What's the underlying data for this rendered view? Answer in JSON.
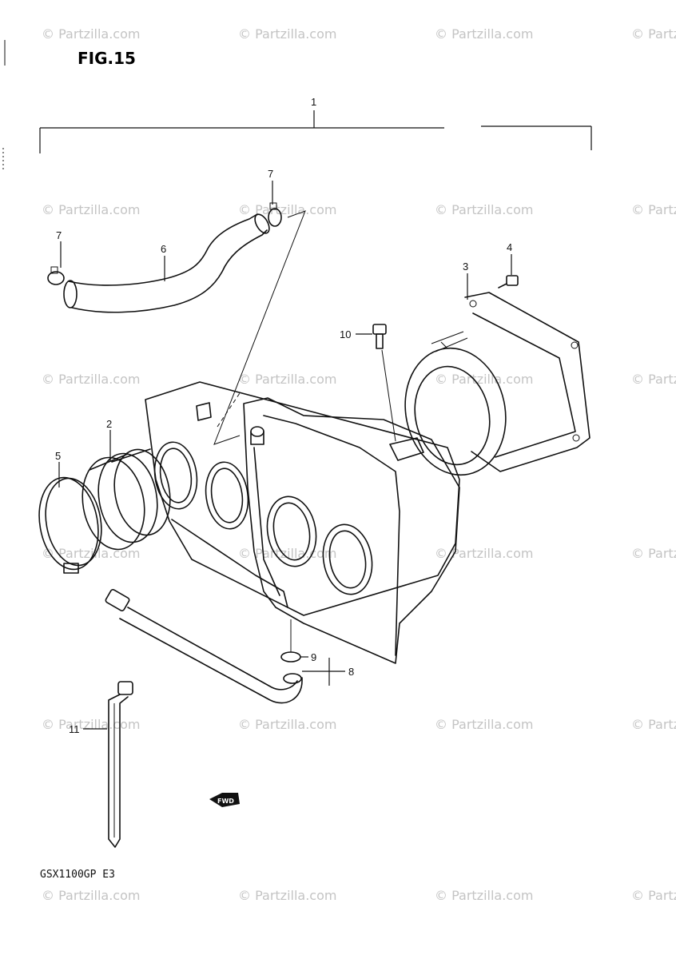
{
  "figure": {
    "title": "FIG.15",
    "model_code": "GSX1100GP E3",
    "fwd_label": "FWD"
  },
  "watermark": "© Partzilla.com",
  "callouts": {
    "c1": "1",
    "c2": "2",
    "c3": "3",
    "c4": "4",
    "c5": "5",
    "c6": "6",
    "c7a": "7",
    "c7b": "7",
    "c8": "8",
    "c9": "9",
    "c10": "10",
    "c11": "11"
  }
}
